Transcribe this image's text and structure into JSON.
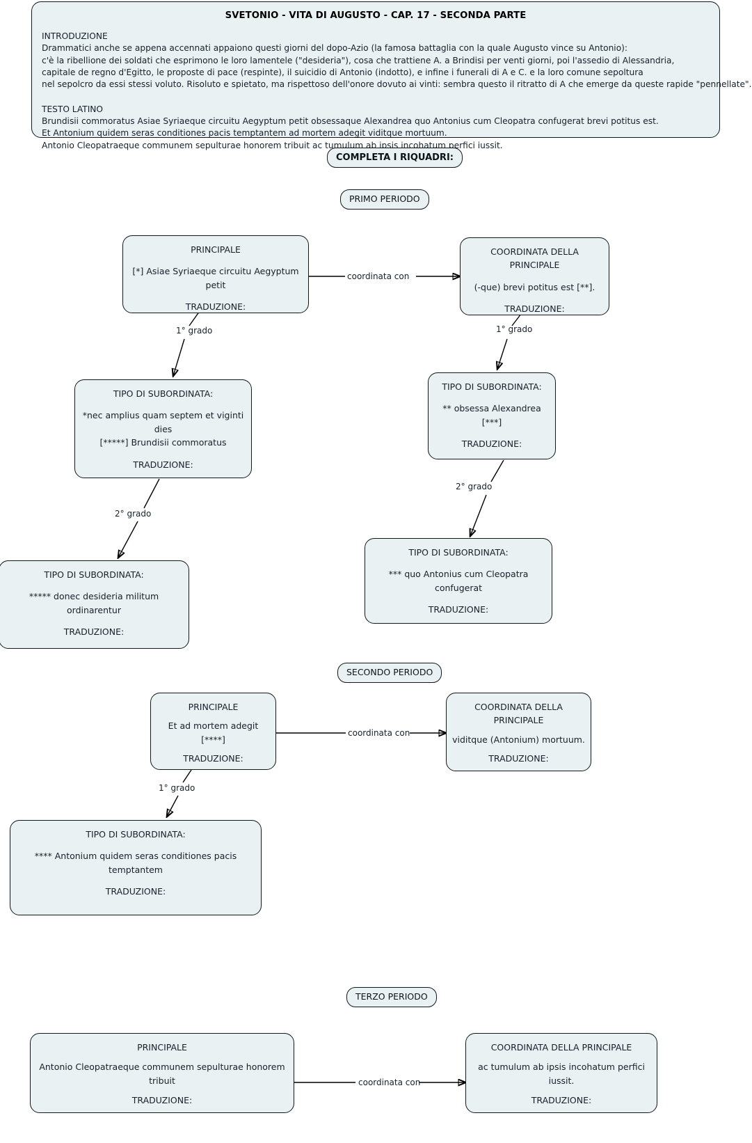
{
  "header": {
    "title": "SVETONIO - VITA DI AUGUSTO - CAP. 17 - SECONDA PARTE",
    "intro_heading": "INTRODUZIONE",
    "intro_lines": [
      "Drammatici anche se appena accennati appaiono questi giorni del dopo-Azio (la famosa battaglia con la quale Augusto vince su Antonio):",
      "c'è la ribellione dei soldati che esprimono le loro lamentele (\"desideria\"), cosa che trattiene A. a Brindisi per venti giorni, poi l'assedio di Alessandria,",
      "capitale de regno d'Egitto, le proposte di pace (respinte), il suicidio di Antonio (indotto), e infine i funerali di A e C. e la loro comune sepoltura",
      "nel sepolcro da essi stessi voluto. Risoluto e spietato, ma rispettoso dell'onore dovuto ai vinti: sembra questo il ritratto di A che emerge da queste rapide \"pennellate\"."
    ],
    "latin_heading": "TESTO LATINO",
    "latin_lines": [
      "Brundisii commoratus Asiae Syriaeque circuitu Aegyptum petit obsessaque Alexandrea quo Antonius cum Cleopatra confugerat brevi potitus est.",
      "Et Antonium quidem seras conditiones pacis temptantem ad mortem adegit viditque mortuum.",
      "Antonio Cleopatraeque communem sepulturae honorem tribuit ac tumulum ab ipsis incohatum perfici iussit."
    ]
  },
  "instruction_pill": "COMPLETA I RIQUADRI:",
  "section_labels": {
    "primo": "PRIMO PERIODO",
    "secondo": "SECONDO PERIODO",
    "terzo": "TERZO PERIODO"
  },
  "common": {
    "traduzione": "TRADUZIONE:",
    "principale": "PRINCIPALE",
    "coordinata": "COORDINATA DELLA PRINCIPALE",
    "tipo_subordinata": "TIPO DI SUBORDINATA:",
    "coordinata_con": "coordinata con",
    "grado1": "1° grado",
    "grado2": "2° grado"
  },
  "periodo1": {
    "principale": {
      "header": "PRINCIPALE",
      "text": "[*] Asiae Syriaeque circuitu Aegyptum petit",
      "traduzione": "TRADUZIONE:"
    },
    "coordinata": {
      "header": "COORDINATA DELLA PRINCIPALE",
      "text": "(-que) brevi potitus est  [**].",
      "traduzione": "TRADUZIONE:"
    },
    "sub_left_1": {
      "header": "TIPO DI SUBORDINATA:",
      "text_line1": "*nec amplius quam septem et viginti dies",
      "text_line2": "[*****] Brundisii commoratus",
      "traduzione": "TRADUZIONE:"
    },
    "sub_left_2": {
      "header": "TIPO DI SUBORDINATA:",
      "text": "***** donec desideria militum ordinarentur",
      "traduzione": "TRADUZIONE:"
    },
    "sub_right_1": {
      "header": "TIPO DI SUBORDINATA:",
      "text": "** obsessa Alexandrea [***]",
      "traduzione": "TRADUZIONE:"
    },
    "sub_right_2": {
      "header": "TIPO DI SUBORDINATA:",
      "text": "*** quo Antonius cum Cleopatra confugerat",
      "traduzione": "TRADUZIONE:"
    },
    "edges": {
      "coordinata_con": "coordinata con",
      "left_grado1": "1° grado",
      "left_grado2": "2° grado",
      "right_grado1": "1° grado",
      "right_grado2": "2° grado"
    }
  },
  "periodo2": {
    "principale": {
      "header": "PRINCIPALE",
      "text": "Et  ad mortem adegit [****]",
      "traduzione": "TRADUZIONE:"
    },
    "coordinata": {
      "header": "COORDINATA DELLA PRINCIPALE",
      "text": "viditque (Antonium) mortuum.",
      "traduzione": "TRADUZIONE:"
    },
    "sub_1": {
      "header": "TIPO DI SUBORDINATA:",
      "text": "**** Antonium quidem seras conditiones pacis temptantem",
      "traduzione": "TRADUZIONE:"
    },
    "edges": {
      "coordinata_con": "coordinata con",
      "grado1": "1° grado"
    }
  },
  "periodo3": {
    "principale": {
      "header": "PRINCIPALE",
      "text": "Antonio Cleopatraeque communem sepulturae honorem tribuit",
      "traduzione": "TRADUZIONE:"
    },
    "coordinata": {
      "header": "COORDINATA DELLA PRINCIPALE",
      "text": "ac tumulum ab ipsis incohatum perfici iussit.",
      "traduzione": "TRADUZIONE:"
    },
    "edges": {
      "coordinata_con": "coordinata con"
    }
  },
  "colors": {
    "node_fill": "#eaf1f3",
    "node_border": "#11181c",
    "page_background": "#ffffff",
    "text": "#17202a"
  }
}
